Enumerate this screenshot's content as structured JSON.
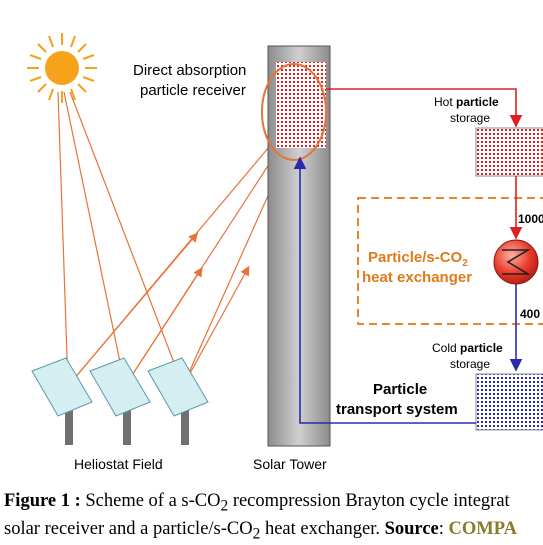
{
  "labels": {
    "receiver_line1": "Direct absorption",
    "receiver_line2": "particle receiver",
    "hot_storage_prefix": "Hot ",
    "hot_storage_bold": "particle",
    "hot_storage_line2": "storage",
    "hx_line1": "Particle/s-CO",
    "hx_sub": "2",
    "hx_line2": "heat exchanger",
    "temp_hot": "1000",
    "temp_cold": "400",
    "cold_storage_prefix": "Cold ",
    "cold_storage_bold": "particle",
    "cold_storage_line2": "storage",
    "transport_line1": "Particle",
    "transport_line2": "transport system",
    "heliostat_field": "Heliostat Field",
    "solar_tower": "Solar Tower"
  },
  "caption": {
    "figure_label": "Figure 1 :",
    "line1_text": " Scheme of a s-CO",
    "line1_sub": "2",
    "line1_rest": " recompression Brayton cycle integrat",
    "line2_text": "solar receiver and a particle/s-CO",
    "line2_sub": "2",
    "line2_rest": " heat exchanger. ",
    "source_label": "Source",
    "source_colon": ": ",
    "source_value": "COMPA"
  },
  "colors": {
    "sun": "#f7a21b",
    "ray": "#e8733a",
    "hot_line": "#e02020",
    "cold_line": "#2a2ab0",
    "hx_box": "#e8862a",
    "hx_text": "#e07a1a",
    "tower": "#b4b4b4",
    "mirror": "#d4eef2"
  }
}
